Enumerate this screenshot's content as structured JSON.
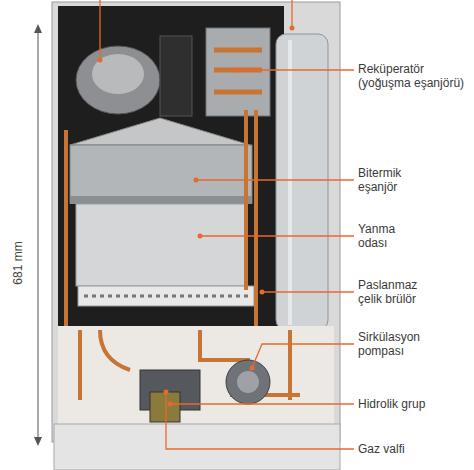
{
  "diagram": {
    "labels": [
      "Reküperatör (yoğuşma eşanjörü)",
      "Bitermik eşanjör",
      "Yanma odası",
      "Paslanmaz çelik brülör",
      "Sirkülasyon pompası",
      "Hidrolik grup",
      "Gaz valfi",
      "681 mm"
    ]
  }
}
